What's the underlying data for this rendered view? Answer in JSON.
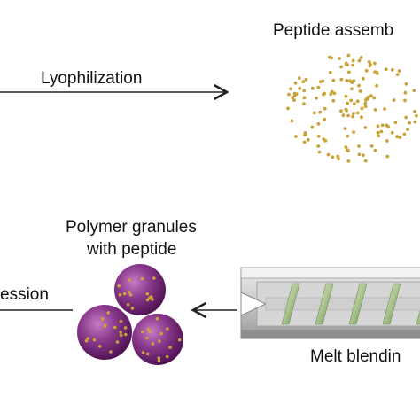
{
  "labels": {
    "peptide_assembly": "Peptide assemb",
    "lyophilization": "Lyophilization",
    "polymer_line1": "Polymer granules",
    "polymer_line2": "with peptide",
    "compression": "ession",
    "melt_blending": "Melt blendin"
  },
  "colors": {
    "dot_gold": "#c9a23a",
    "granule_purple": "#6a1a6e",
    "granule_light": "#b768b6",
    "extruder_gray": "#b9b9b9",
    "screw_green": "#78a86a",
    "arrow": "#222222"
  }
}
